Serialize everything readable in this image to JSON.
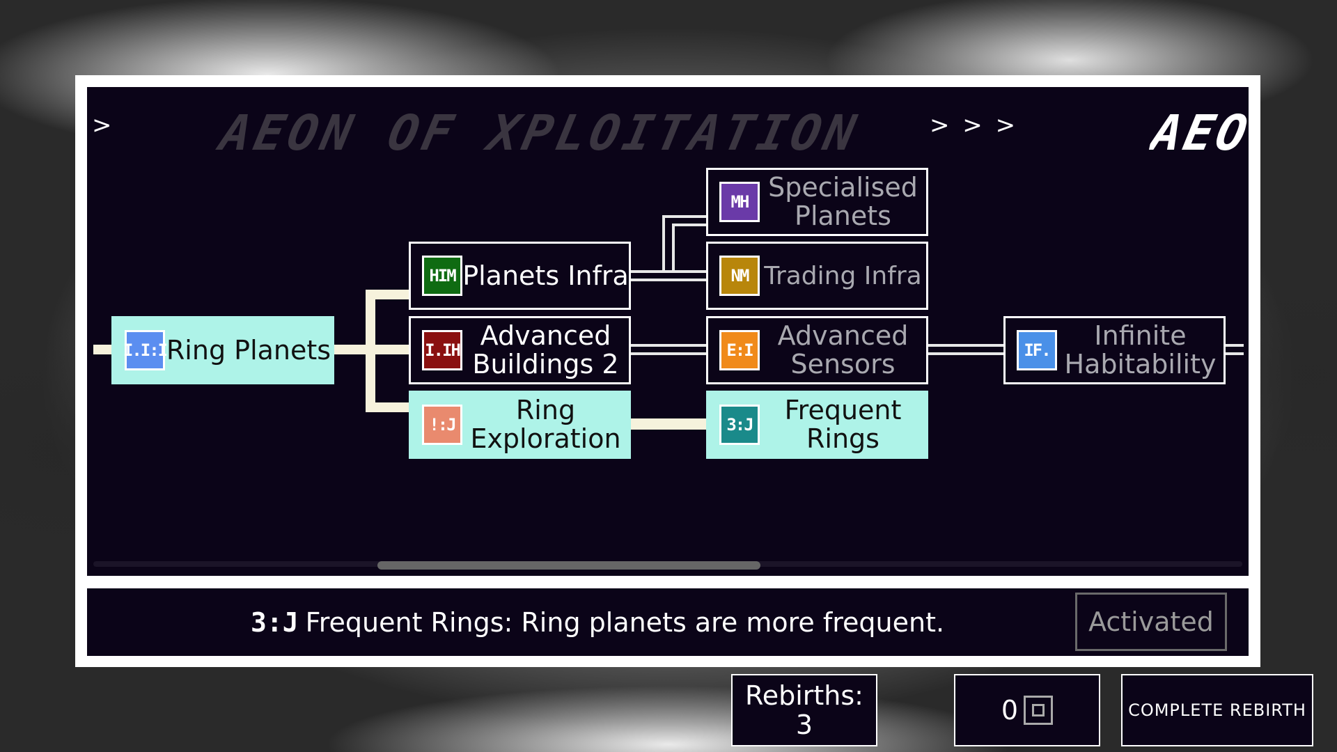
{
  "header": {
    "left_arrow": ">",
    "era_title": "AEON OF XPLOITATION",
    "right_arrows": "> > >",
    "next_era_title": "AEO"
  },
  "nodes": {
    "ring_planets": {
      "label": "Ring Planets",
      "icon": "ring-planets-icon",
      "glyph": "I.I:I",
      "icon_color": "#5b8ef0"
    },
    "planets_infra": {
      "label": "Planets Infra",
      "icon": "planets-infra-icon",
      "glyph": "HIM",
      "icon_color": "#0f6b12"
    },
    "advanced_buildings_2": {
      "label": "Advanced Buildings 2",
      "icon": "advanced-buildings-icon",
      "glyph": "I.IH",
      "icon_color": "#8a1010"
    },
    "ring_exploration": {
      "label": "Ring Exploration",
      "icon": "ring-exploration-icon",
      "glyph": "!:J",
      "icon_color": "#e98a6e"
    },
    "specialised_planets": {
      "label": "Specialised Planets",
      "icon": "specialised-planets-icon",
      "glyph": "MH",
      "icon_color": "#6a3aa8"
    },
    "trading_infra": {
      "label": "Trading Infra",
      "icon": "trading-infra-icon",
      "glyph": "NM",
      "icon_color": "#b8860b"
    },
    "advanced_sensors": {
      "label": "Advanced Sensors",
      "icon": "advanced-sensors-icon",
      "glyph": "E:I",
      "icon_color": "#f08a1a"
    },
    "frequent_rings": {
      "label": "Frequent Rings",
      "icon": "frequent-rings-icon",
      "glyph": "3:J",
      "icon_color": "#1a8a8a"
    },
    "infinite_habitability": {
      "label": "Infinite Habitability",
      "icon": "infinite-habitability-icon",
      "glyph": "IF.",
      "icon_color": "#4a90e8"
    }
  },
  "description": {
    "glyph": "3:J",
    "text": "Frequent Rings: Ring planets are more frequent.",
    "status_button": "Activated"
  },
  "footer": {
    "rebirths_label": "Rebirths:",
    "rebirths_value": "3",
    "currency_value": "0",
    "currency_icon": "rebirth-point-icon",
    "complete_button": "COMPLETE REBIRTH"
  }
}
